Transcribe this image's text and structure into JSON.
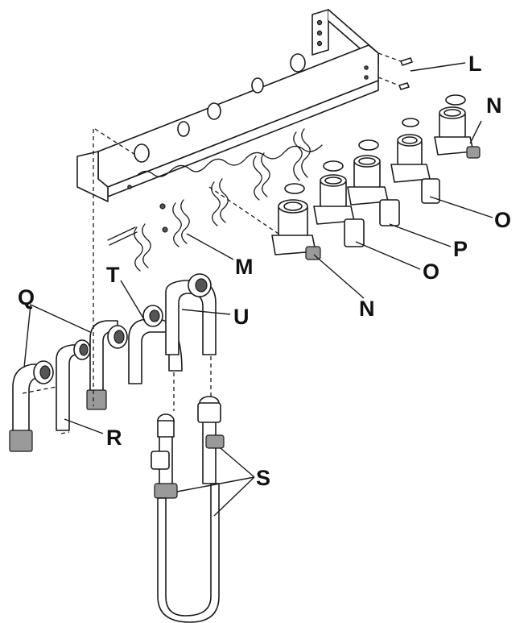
{
  "labels": {
    "L": "L",
    "N_right": "N",
    "O_right": "O",
    "P": "P",
    "O_center": "O",
    "M": "M",
    "N_center": "N",
    "T": "T",
    "U": "U",
    "Q": "Q",
    "R": "R",
    "S": "S"
  },
  "colors": {
    "line": "#1a1a1a",
    "fill": "#ffffff",
    "shade": "#9a9a9a"
  }
}
